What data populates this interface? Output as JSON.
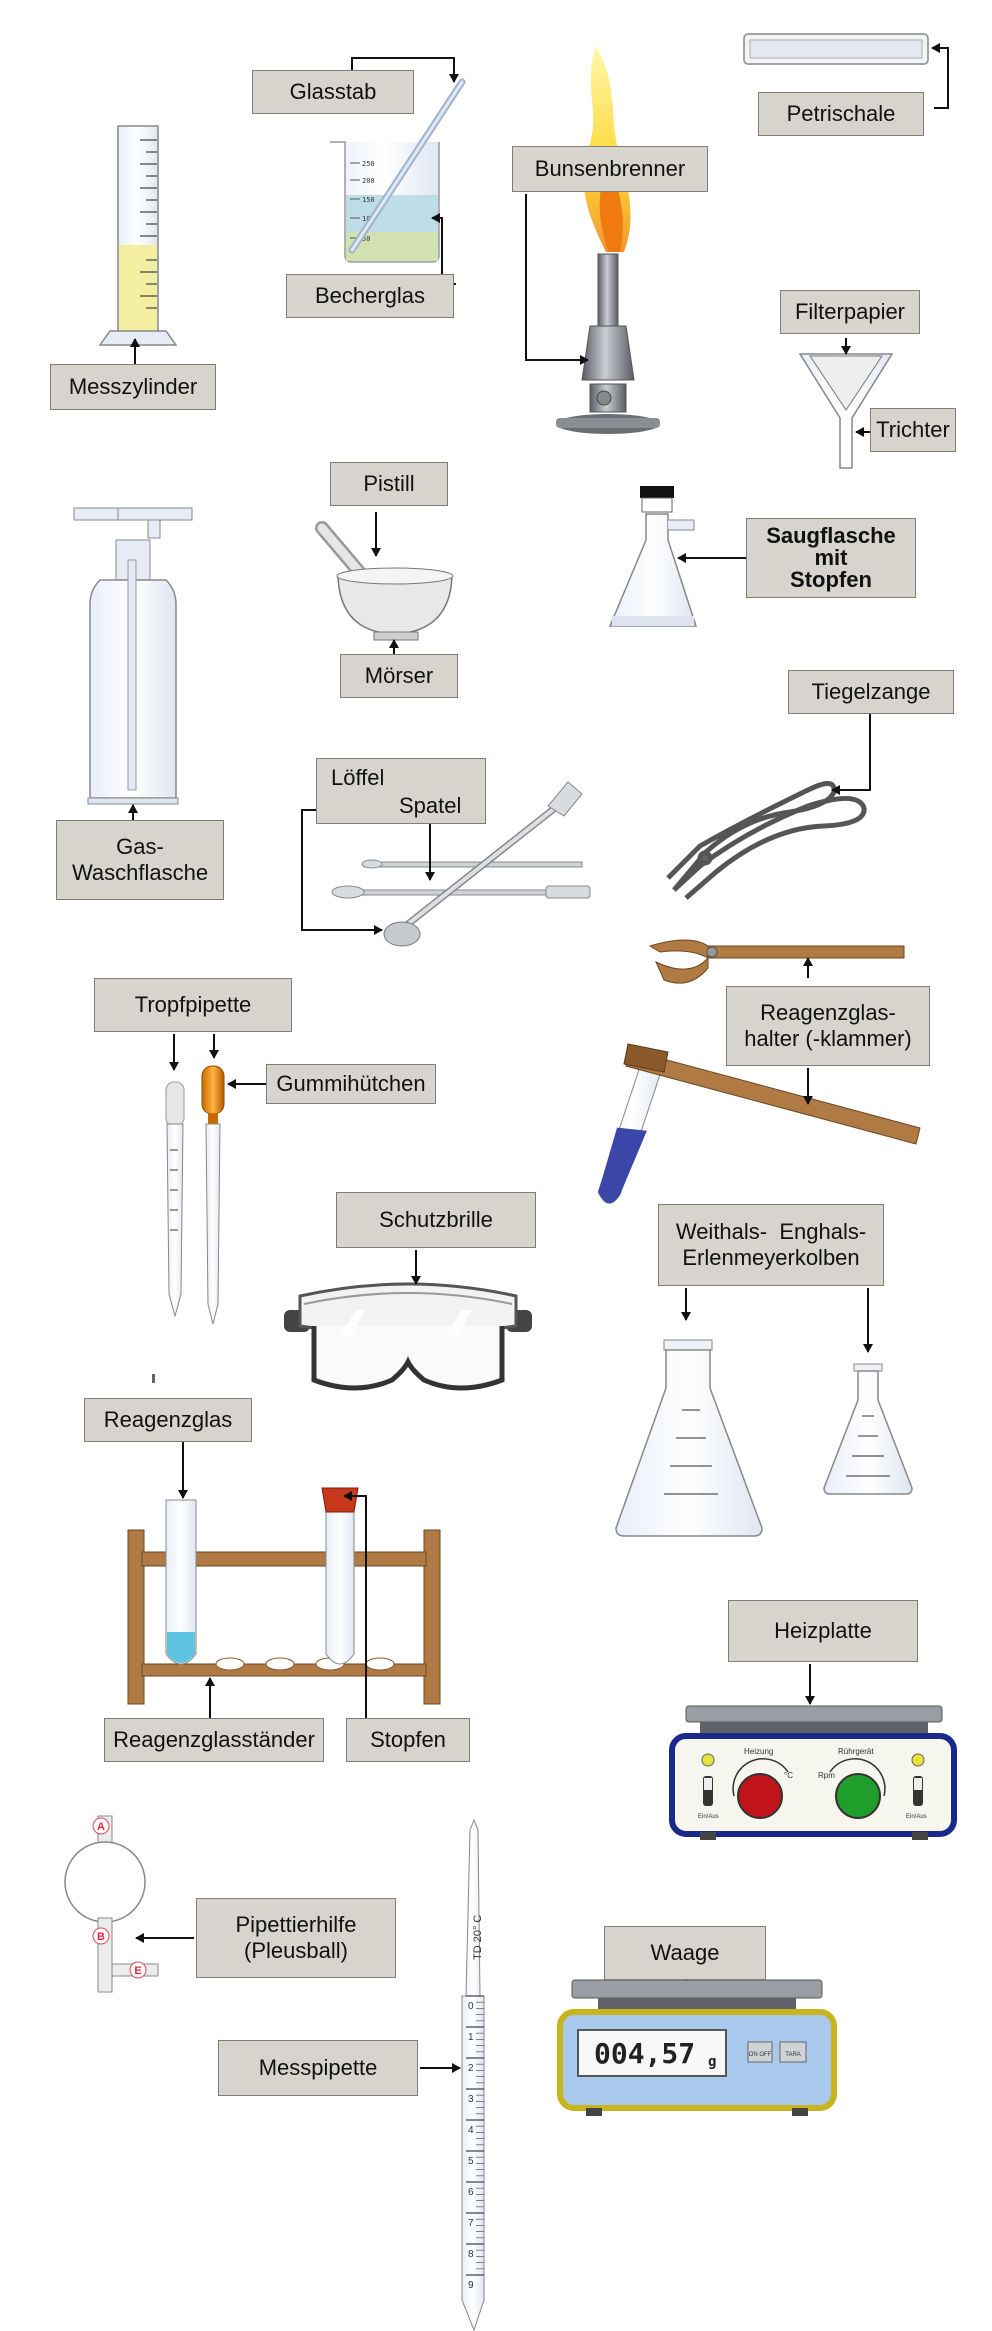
{
  "labels": {
    "glasstab": "Glasstab",
    "petrischale": "Petrischale",
    "bunsenbrenner": "Bunsenbrenner",
    "becherglas": "Becherglas",
    "filterpapier": "Filterpapier",
    "messzylinder": "Messzylinder",
    "trichter": "Trichter",
    "pistill": "Pistill",
    "saugflasche": [
      "Saugflasche",
      "mit",
      "Stopfen"
    ],
    "moerser": "Mörser",
    "tiegelzange": "Tiegelzange",
    "loeffel": "Löffel",
    "spatel": "Spatel",
    "gaswaschflasche": [
      "Gas-",
      "Waschflasche"
    ],
    "tropfpipette": "Tropfpipette",
    "gummihuetchen": "Gummihütchen",
    "reagenzglashalter": [
      "Reagenzglas-",
      "halter (-klammer)"
    ],
    "schutzbrille": "Schutzbrille",
    "erlenmeyer": [
      "Weithals-  Enghals-",
      "Erlenmeyerkolben"
    ],
    "reagenzglas": "Reagenzglas",
    "reagenzglasstaender": "Reagenzglasständer",
    "stopfen": "Stopfen",
    "heizplatte": "Heizplatte",
    "pipettierhilfe": [
      "Pipettierhilfe",
      "(Pleusball)"
    ],
    "waage": "Waage",
    "messpipette": "Messpipette"
  },
  "details": {
    "heater_heizung": "Heizung",
    "heater_ruehrgeraet": "Rührgerät",
    "heater_unit_c": "°C",
    "heater_rpm": "Rpm",
    "heater_einaus_left": "Ein/Aus",
    "heater_einaus_right": "Ein/Aus",
    "scale_display": "004,57",
    "scale_unit": "g",
    "scale_onoff": "ON OFF",
    "scale_tara": "TARA",
    "pipette_mark": "TD 20° C",
    "pleus_a": "A",
    "pleus_b": "B",
    "pleus_e": "E",
    "pipette_ticks": [
      "0",
      "1",
      "2",
      "3",
      "4",
      "5",
      "6",
      "7",
      "8",
      "9"
    ],
    "beaker_ticks": [
      "250",
      "200",
      "150",
      "100",
      "50"
    ]
  },
  "colors": {
    "label_bg": "#d6d4cc",
    "liquid_yellow": "#f3eea0",
    "liquid_blue": "#3a46a8",
    "liquid_cyan": "#5ec4e2",
    "wood": "#b07a45",
    "heater_knob_red": "#c0141a",
    "heater_knob_green": "#1f9e2c",
    "scale_body": "#a8c8ec",
    "scale_frame": "#c8b41c"
  }
}
